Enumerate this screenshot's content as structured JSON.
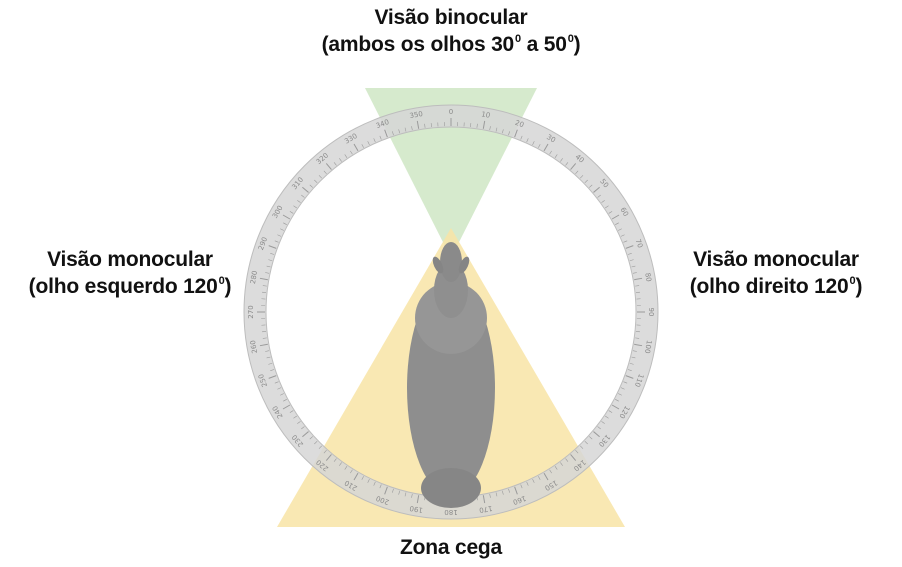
{
  "labels": {
    "binocular_title": "Visão binocular",
    "binocular_detail_prefix": "(ambos os olhos 30",
    "binocular_detail_mid": " a 50",
    "binocular_detail_suffix": ")",
    "left_title": "Visão monocular",
    "left_detail_prefix": "(olho esquerdo 120",
    "left_detail_suffix": ")",
    "right_title": "Visão monocular",
    "right_detail_prefix": "(olho direito 120",
    "right_detail_suffix": ")",
    "blind_title": "Zona cega",
    "degree_mark": "0"
  },
  "protractor": {
    "ticks": [
      "0",
      "10",
      "20",
      "30",
      "40",
      "50",
      "60",
      "70",
      "80",
      "90",
      "100",
      "110",
      "120",
      "130",
      "140",
      "150",
      "160",
      "170",
      "180",
      "190",
      "200",
      "210",
      "220",
      "230",
      "240",
      "250",
      "260",
      "270",
      "280",
      "290",
      "300",
      "310",
      "320",
      "330",
      "340",
      "350"
    ]
  },
  "colors": {
    "binocular_zone": "#cfe6c4",
    "blind_zone": "#f8e4a6",
    "ring": "#d8d8d8",
    "ring_text": "#8a8a8a",
    "animal": "#8e8e8e"
  }
}
